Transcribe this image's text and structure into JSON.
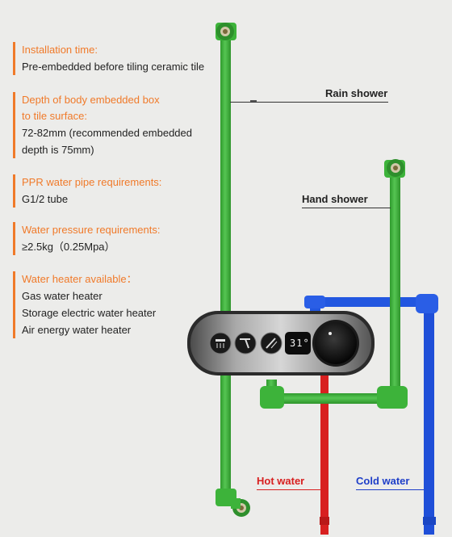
{
  "info": {
    "installation": {
      "heading": "Installation time:",
      "lines": [
        "Pre-embedded before tiling ceramic tile"
      ]
    },
    "depth": {
      "heading_lines": [
        "Depth of body embedded box",
        "to tile surface:"
      ],
      "lines": [
        "72-82mm (recommended embedded",
        "depth is 75mm)"
      ]
    },
    "pipe": {
      "heading": "PPR water pipe requirements:",
      "lines": [
        "G1/2 tube"
      ]
    },
    "pressure": {
      "heading": "Water pressure requirements:",
      "lines": [
        "≥2.5kg（0.25Mpa）"
      ]
    },
    "heater": {
      "heading": "Water heater available：",
      "lines": [
        "Gas water heater",
        "Storage electric water heater",
        "Air energy water heater"
      ]
    }
  },
  "labels": {
    "rain_shower": "Rain shower",
    "hand_shower": "Hand shower",
    "hot_water": "Hot water",
    "cold_water": "Cold water"
  },
  "panel": {
    "temperature_display": "31°",
    "button_icons": [
      "overhead-shower-icon",
      "hand-shower-icon",
      "spout-icon"
    ]
  },
  "colors": {
    "accent_orange": "#f07a2a",
    "pipe_green": "#3db33a",
    "pipe_red": "#d82020",
    "pipe_blue": "#1f4fd8",
    "label_hot": "#d82020",
    "label_cold": "#1e3ec8"
  }
}
